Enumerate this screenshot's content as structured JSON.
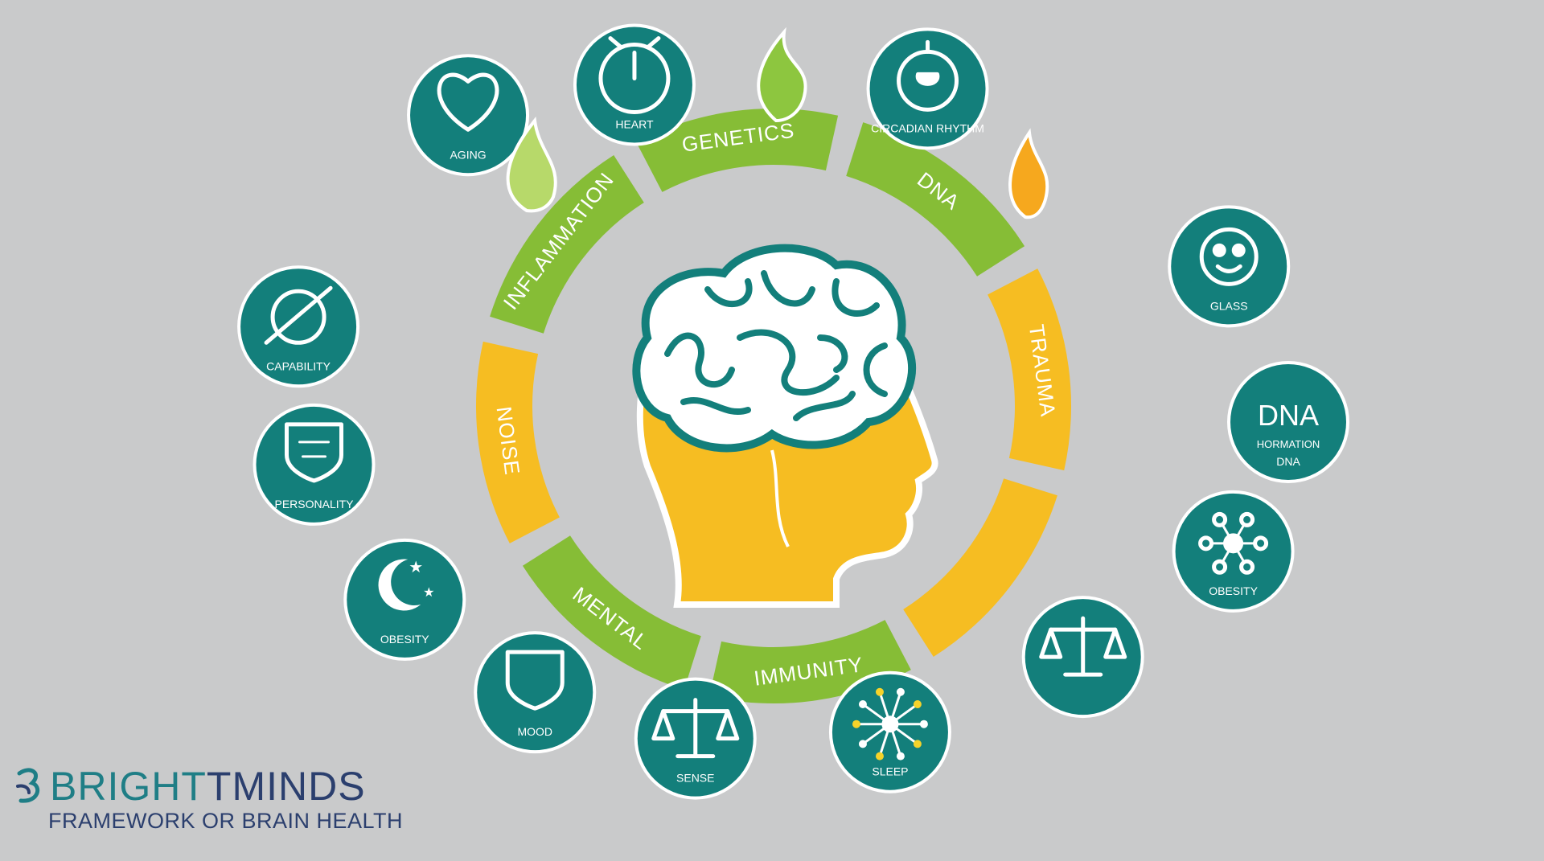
{
  "segments": [
    {
      "label": "GENETICS",
      "color": "#86bd36"
    },
    {
      "label": "DNA",
      "color": "#86bd36"
    },
    {
      "label": "TRAUMA",
      "color": "#f6bd22"
    },
    {
      "label": "",
      "color": "#f6bd22"
    },
    {
      "label": "IMMUNITY",
      "color": "#86bd36"
    },
    {
      "label": "MENTAL",
      "color": "#86bd36"
    },
    {
      "label": "NOISE",
      "color": "#f6bd22"
    },
    {
      "label": "INFLAMMATION",
      "color": "#86bd36"
    }
  ],
  "circles": [
    {
      "label": "HEART",
      "icon": "alarm-clock-icon"
    },
    {
      "label": "CIRCADIAN RHYTHM",
      "icon": "stopwatch-icon"
    },
    {
      "label": "GLASS",
      "icon": "face-icon"
    },
    {
      "label": "DNA",
      "icon": "dna-text-icon",
      "big": "DNA",
      "sub": "HORMATION"
    },
    {
      "label": "OBESITY",
      "icon": "molecule-icon"
    },
    {
      "label": "",
      "icon": "scales-icon"
    },
    {
      "label": "SLEEP",
      "icon": "neuron-icon"
    },
    {
      "label": "SENSE",
      "icon": "justice-scale-icon"
    },
    {
      "label": "MOOD",
      "icon": "shield-icon"
    },
    {
      "label": "OBESITY",
      "icon": "moon-stars-icon"
    },
    {
      "label": "PERSONALITY",
      "icon": "crest-shield-icon"
    },
    {
      "label": "CAPABILITY",
      "icon": "no-symbol-icon"
    },
    {
      "label": "AGING",
      "icon": "heart-icon"
    }
  ],
  "decorations": [
    {
      "icon": "green-flame-icon"
    },
    {
      "icon": "leaf-icon"
    },
    {
      "icon": "orange-flame-icon"
    }
  ],
  "brand": {
    "title_part1": "BRIGHT",
    "title_part2": "TMINDS",
    "subtitle": "FRAMEWORK OR BRAIN HEALTH"
  },
  "colors": {
    "background": "#c9cacb",
    "teal": "#137f7b",
    "green": "#86bd36",
    "yellow": "#f6bd22",
    "brain_outline": "#137f7b",
    "head_fill": "#f6bd22",
    "brand_teal": "#1f7e86",
    "brand_navy": "#2b3f6e"
  }
}
